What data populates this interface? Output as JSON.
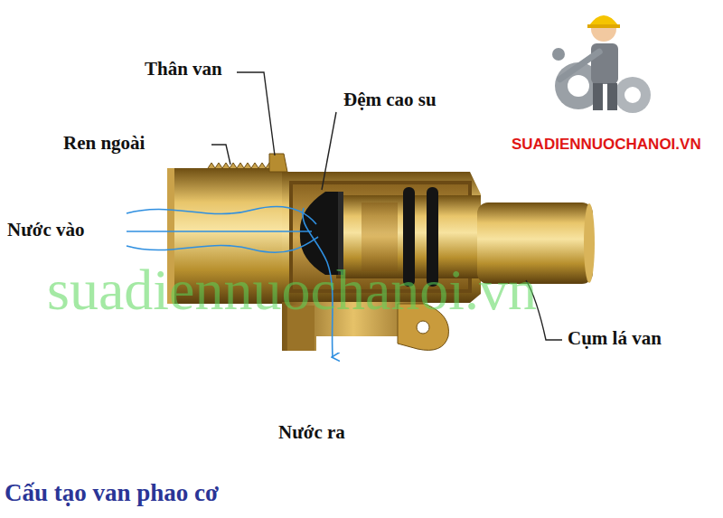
{
  "diagram": {
    "caption": "Cấu tạo van phao cơ",
    "labels": [
      "Thân van",
      "Đệm cao su",
      "Ren ngoài",
      "Nước vào",
      "SUADIENNUOCHANOI.VN",
      "suadiennuochanoi.vn",
      "Cụm lá van",
      "Nước ra"
    ]
  }
}
